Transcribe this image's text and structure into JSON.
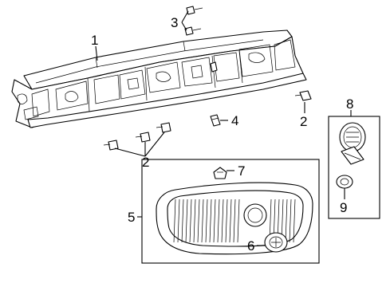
{
  "callouts": [
    {
      "id": "c1",
      "text": "1"
    },
    {
      "id": "c2a",
      "text": "2"
    },
    {
      "id": "c2b",
      "text": "2"
    },
    {
      "id": "c3",
      "text": "3"
    },
    {
      "id": "c4",
      "text": "4"
    },
    {
      "id": "c5",
      "text": "5"
    },
    {
      "id": "c6",
      "text": "6"
    },
    {
      "id": "c7",
      "text": "7"
    },
    {
      "id": "c8",
      "text": "8"
    },
    {
      "id": "c9",
      "text": "9"
    }
  ],
  "parts": [
    "radiator-support",
    "bolt",
    "screw",
    "clip",
    "grille-assembly",
    "emblem",
    "emblem-clip",
    "emblem-kit",
    "retainer"
  ]
}
